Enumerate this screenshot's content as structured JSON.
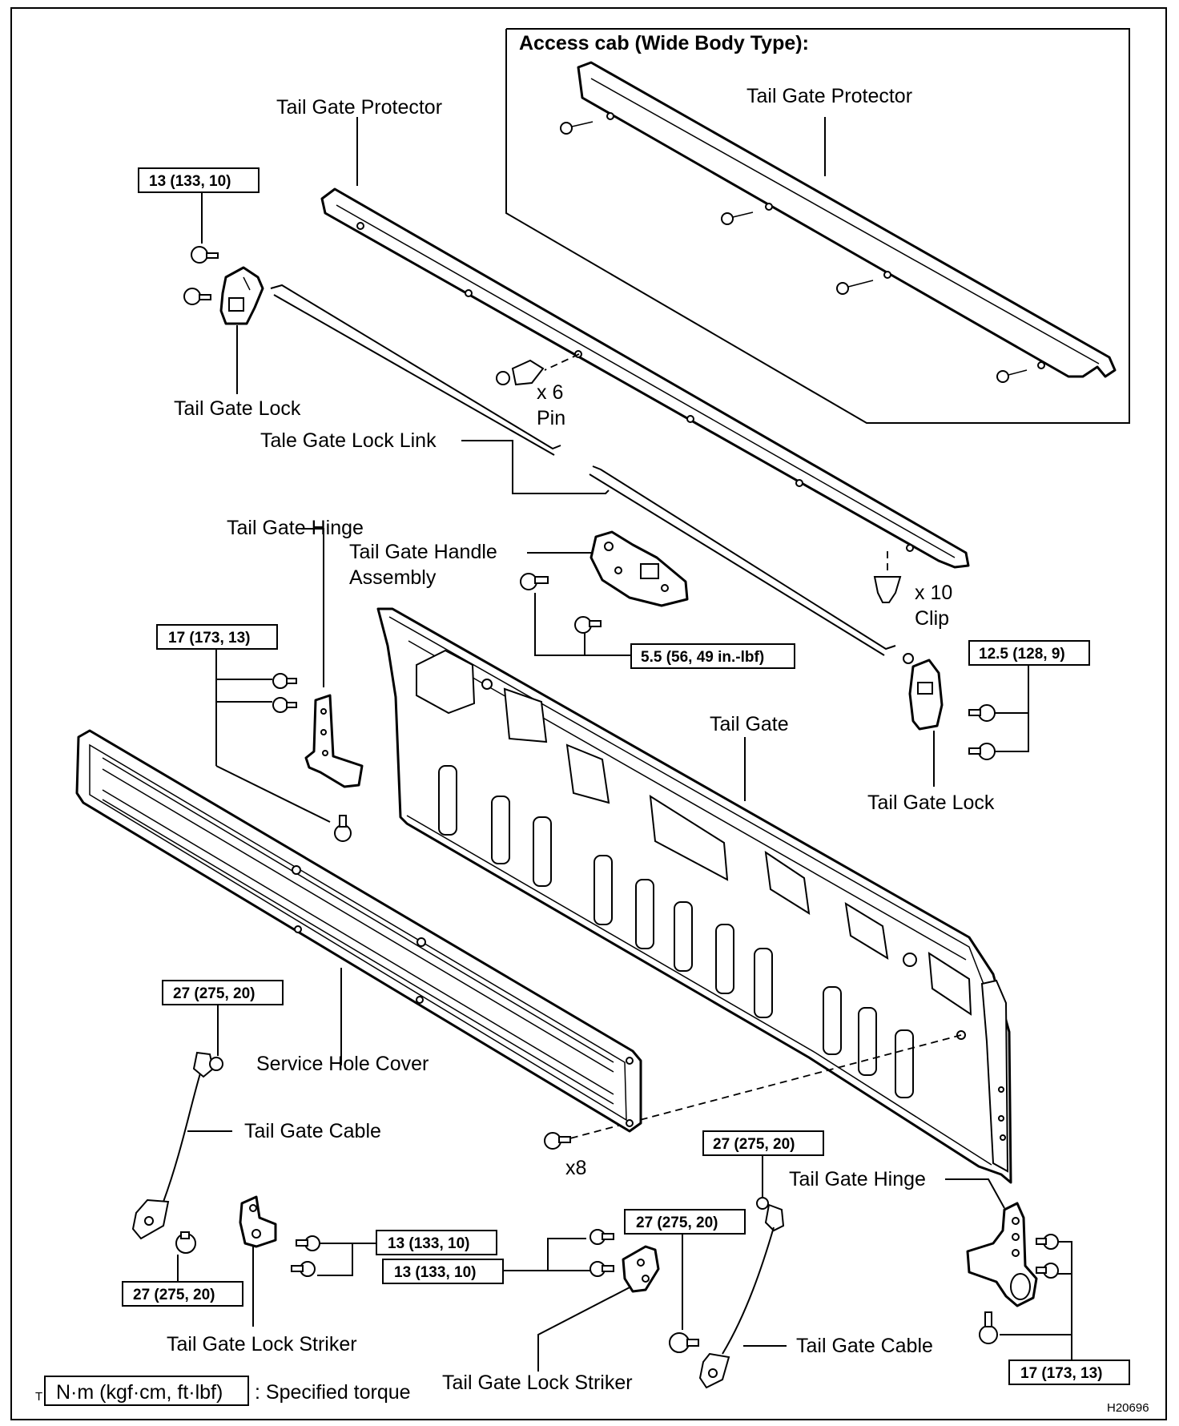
{
  "inset": {
    "title": "Access cab (Wide Body Type):",
    "protector_label": "Tail Gate Protector"
  },
  "labels": {
    "tail_gate_protector": "Tail Gate Protector",
    "tail_gate_lock_left": "Tail Gate Lock",
    "tale_gate_lock_link": "Tale Gate Lock Link",
    "pin_count": "x 6",
    "pin": "Pin",
    "tail_gate_hinge_upper": "Tail Gate Hinge",
    "handle_line1": "Tail Gate Handle",
    "handle_line2": "Assembly",
    "clip_count": "x 10",
    "clip": "Clip",
    "tail_gate": "Tail Gate",
    "tail_gate_lock_right": "Tail Gate Lock",
    "service_hole_cover": "Service Hole Cover",
    "tail_gate_cable_left": "Tail Gate Cable",
    "bolt_count": "x8",
    "tail_gate_hinge_lower": "Tail Gate Hinge",
    "tail_gate_lock_striker_left": "Tail Gate Lock Striker",
    "tail_gate_lock_striker_right": "Tail Gate Lock Striker",
    "tail_gate_cable_right": "Tail Gate Cable"
  },
  "torques": {
    "lock_left": "13 (133, 10)",
    "hinge_upper": "17 (173, 13)",
    "handle": "5.5 (56, 49 in.-lbf)",
    "lock_right": "12.5 (128, 9)",
    "cable_left_top": "27 (275, 20)",
    "cable_left_bottom": "27 (275, 20)",
    "striker_left": "13 (133, 10)",
    "striker_right": "13 (133, 10)",
    "cable_right_top": "27 (275, 20)",
    "cable_right_mid": "27 (275, 20)",
    "hinge_lower": "17 (173, 13)"
  },
  "legend": {
    "prefix": "T",
    "unit": "N·m (kgf·cm, ft·lbf)",
    "text": ": Specified torque"
  },
  "figure_id": "H20696"
}
